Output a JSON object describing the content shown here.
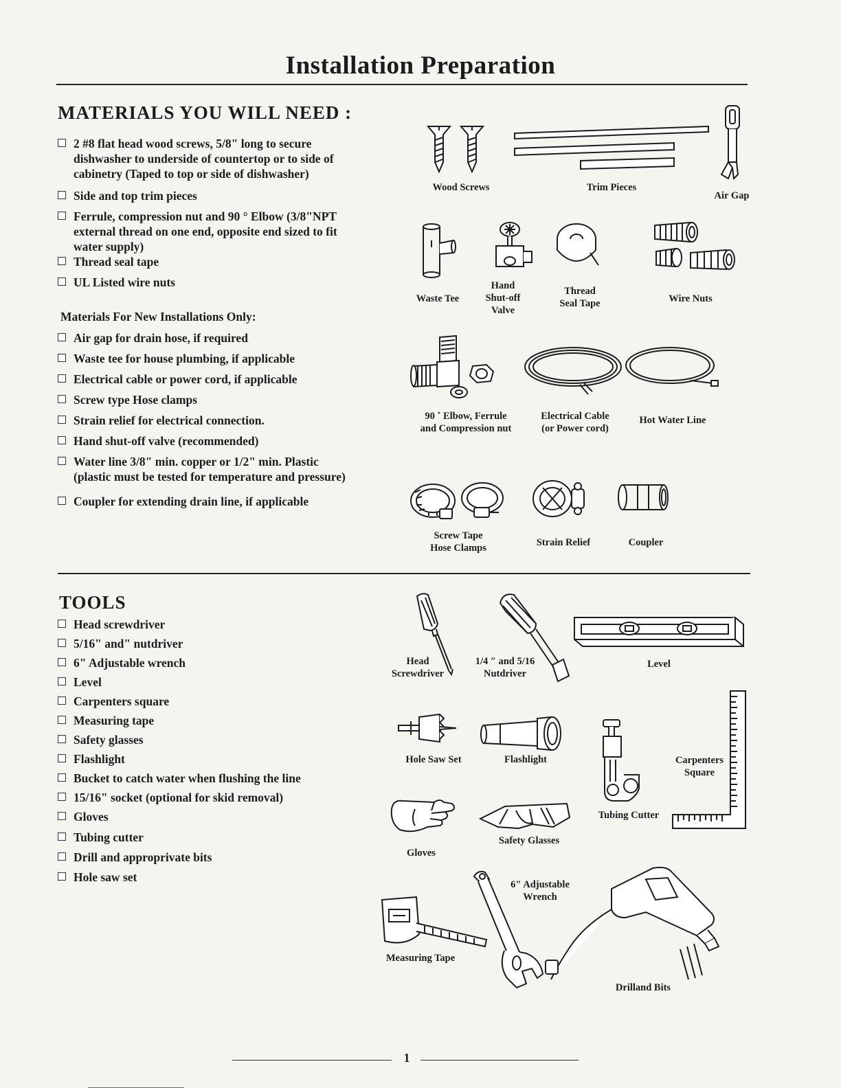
{
  "page": {
    "title": "Installation Preparation",
    "page_number": "1"
  },
  "materials": {
    "heading": "MATERIALS YOU WILL NEED :",
    "items": [
      "2 #8 flat head wood screws, 5/8\" long  to secure\ndishwasher to underside of countertop or to side of\ncabinetry (Taped to top or side of dishwasher)",
      "Side and top trim pieces",
      "Ferrule, compression nut and 90 °  Elbow (3/8\"NPT\nexternal thread on one end, opposite end sized to fit\nwater supply)",
      "Thread seal  tape",
      "UL Listed wire nuts"
    ],
    "new_heading": "Materials For New Installations Only:",
    "new_items": [
      "Air gap for drain hose, if required",
      "Waste tee for house plumbing, if applicable",
      "Electrical cable or power cord, if applicable",
      "Screw type Hose clamps",
      "Strain relief for electrical connection.",
      "Hand shut-off valve (recommended)",
      "Water line 3/8\" min. copper or 1/2\" min. Plastic\n(plastic must be tested for temperature and pressure)",
      "Coupler for extending drain line, if applicable"
    ]
  },
  "tools": {
    "heading": "TOOLS",
    "items": [
      "Head screwdriver",
      "5/16\" and\"  nutdriver",
      "6\" Adjustable wrench",
      "Level",
      "Carpenters square",
      "Measuring tape",
      "Safety glasses",
      "Flashlight",
      "Bucket to catch water when flushing the line",
      "15/16\" socket (optional for skid removal)",
      "Gloves",
      "Tubing cutter",
      "Drill and approprivate bits",
      "Hole saw set"
    ]
  },
  "figures": {
    "wood_screws": "Wood Screws",
    "trim_pieces": "Trim Pieces",
    "air_gap": "Air Gap",
    "waste_tee": "Waste Tee",
    "shutoff_valve": "Hand\nShut-off\nValve",
    "thread_seal_tape": "Thread\nSeal Tape",
    "wire_nuts": "Wire Nuts",
    "elbow": "90 ˚  Elbow, Ferrule\nand Compression nut",
    "electrical_cable": "Electrical Cable\n(or Power cord)",
    "hot_water_line": "Hot Water Line",
    "hose_clamps": "Screw Tape\nHose Clamps",
    "strain_relief": "Strain Relief",
    "coupler": "Coupler",
    "head_screwdriver": "Head\nScrewdriver",
    "nutdriver": "1/4 ″ and 5/16\nNutdriver",
    "level": "Level",
    "hole_saw_set": "Hole Saw Set",
    "flashlight": "Flashlight",
    "carpenters_square": "Carpenters\nSquare",
    "tubing_cutter": "Tubing Cutter",
    "safety_glasses": "Safety Glasses",
    "gloves": "Gloves",
    "adjustable_wrench": "6\" Adjustable\nWrench",
    "measuring_tape": "Measuring  Tape",
    "drill_bits": "Drilland Bits"
  }
}
